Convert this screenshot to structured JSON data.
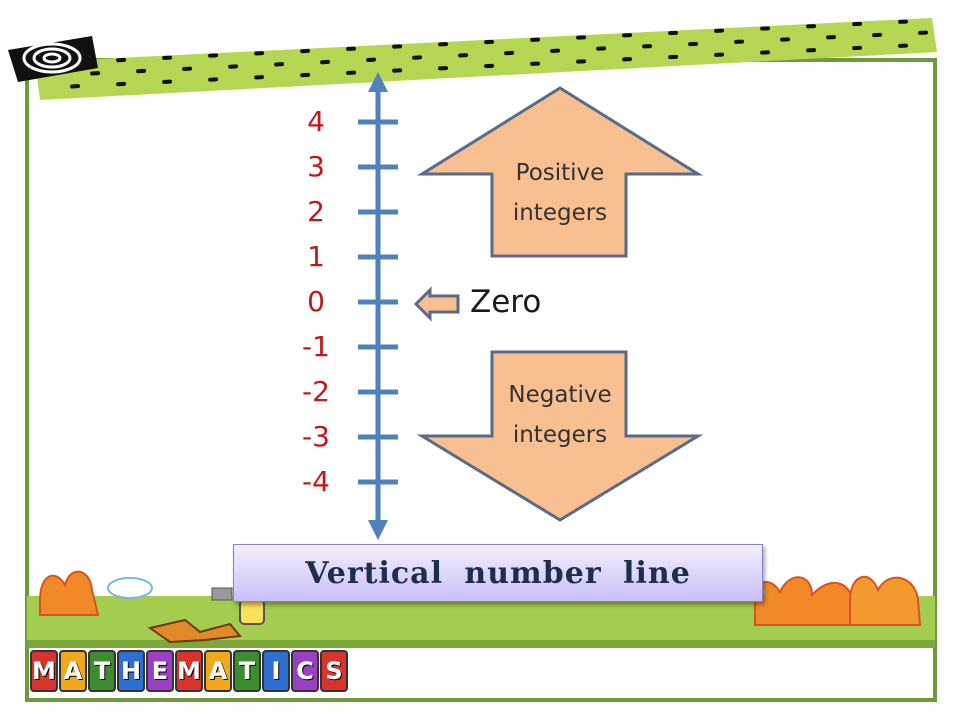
{
  "number_line": {
    "labels": [
      "4",
      "3",
      "2",
      "1",
      "0",
      "-1",
      "-2",
      "-3",
      "-4"
    ]
  },
  "arrows": {
    "positive_line1": "Positive",
    "positive_line2": "integers",
    "negative_line1": "Negative",
    "negative_line2": "integers",
    "zero_label": "Zero"
  },
  "title": "Vertical  number  line",
  "logo": {
    "letters": [
      "M",
      "A",
      "T",
      "H",
      "E",
      "M",
      "A",
      "T",
      "I",
      "C",
      "S"
    ],
    "colors": [
      "#d9342b",
      "#f2a81d",
      "#3c8d2f",
      "#2f6fd1",
      "#9b3fc4",
      "#d9342b",
      "#f2a81d",
      "#3c8d2f",
      "#2f6fd1",
      "#9b3fc4",
      "#d9342b"
    ]
  },
  "colors": {
    "axis": "#4f81bd",
    "numbers": "#c0191c",
    "arrow_fill": "#f8c090",
    "arrow_stroke": "#5a6a8a",
    "frame": "#6d9a3c",
    "banner": "#b5d653"
  }
}
